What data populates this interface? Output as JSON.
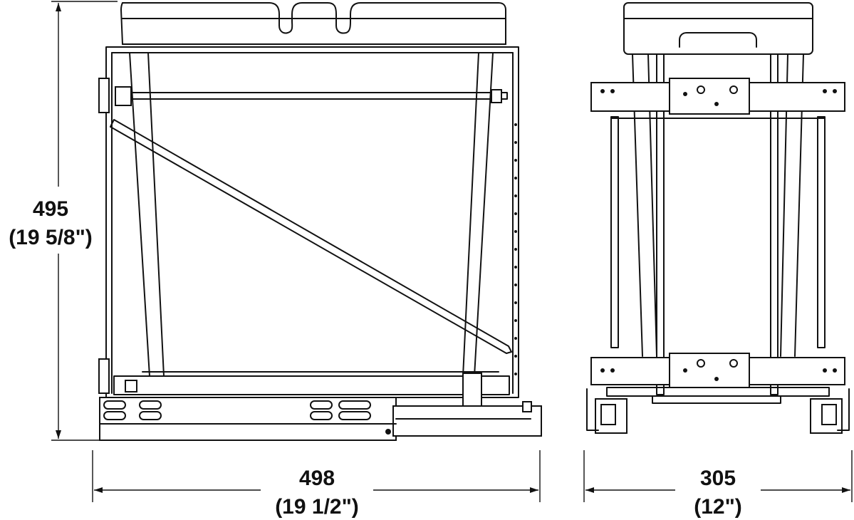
{
  "dimensions": {
    "height": {
      "mm": "495",
      "inch": "(19 5/8\")"
    },
    "width_side": {
      "mm": "498",
      "inch": "(19 1/2\")"
    },
    "width_front": {
      "mm": "305",
      "inch": "(12\")"
    }
  },
  "colors": {
    "line": "#111111",
    "background": "#ffffff"
  }
}
